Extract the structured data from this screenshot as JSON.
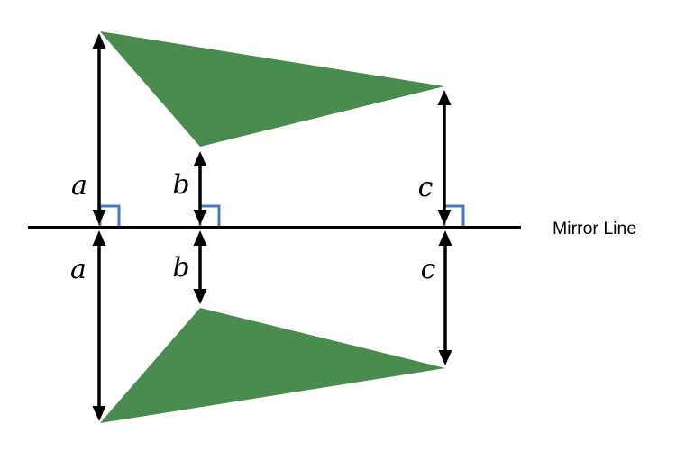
{
  "diagram": {
    "mirror_line_label": "Mirror Line",
    "labels": {
      "a": "a",
      "b": "b",
      "c": "c"
    },
    "colors": {
      "triangle_fill": "#4a8c4e",
      "right_angle_marker": "#4a78c5",
      "line_and_arrows": "#000000",
      "label_text": "#000000"
    }
  }
}
